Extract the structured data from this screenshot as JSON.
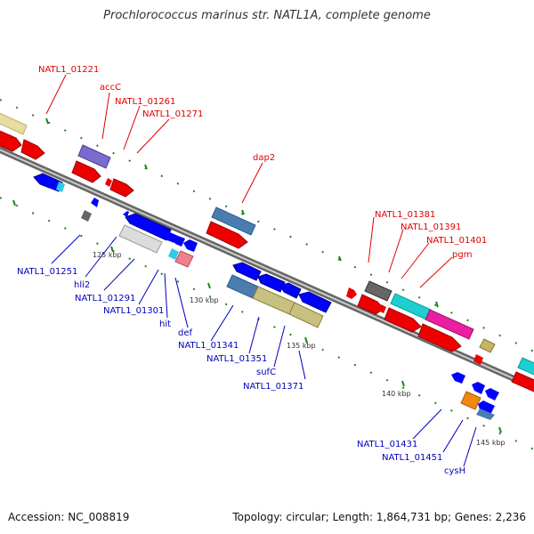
{
  "title": "Prochlorococcus marinus str. NATL1A, complete genome",
  "accession": "Accession: NC_008819",
  "summary": "Topology: circular; Length: 1,864,731 bp; Genes: 2,236",
  "colors": {
    "forward_label": "#dd0000",
    "reverse_label": "#0000bb",
    "backbone": "#888888",
    "tick": "#1a8a1a"
  },
  "scale_labels": [
    "125 kbp",
    "130 kbp",
    "135 kbp",
    "140 kbp",
    "145 kbp"
  ],
  "forward_labels": [
    "NATL1_01221",
    "accC",
    "NATL1_01261",
    "NATL1_01271",
    "dap2",
    "NATL1_01381",
    "NATL1_01391",
    "NATL1_01401",
    "pgm"
  ],
  "reverse_labels": [
    "NATL1_01251",
    "hli2",
    "NATL1_01291",
    "NATL1_01301",
    "hit",
    "def",
    "NATL1_01341",
    "NATL1_01351",
    "sufC",
    "NATL1_01371",
    "NATL1_01431",
    "NATL1_01451",
    "cysH"
  ]
}
